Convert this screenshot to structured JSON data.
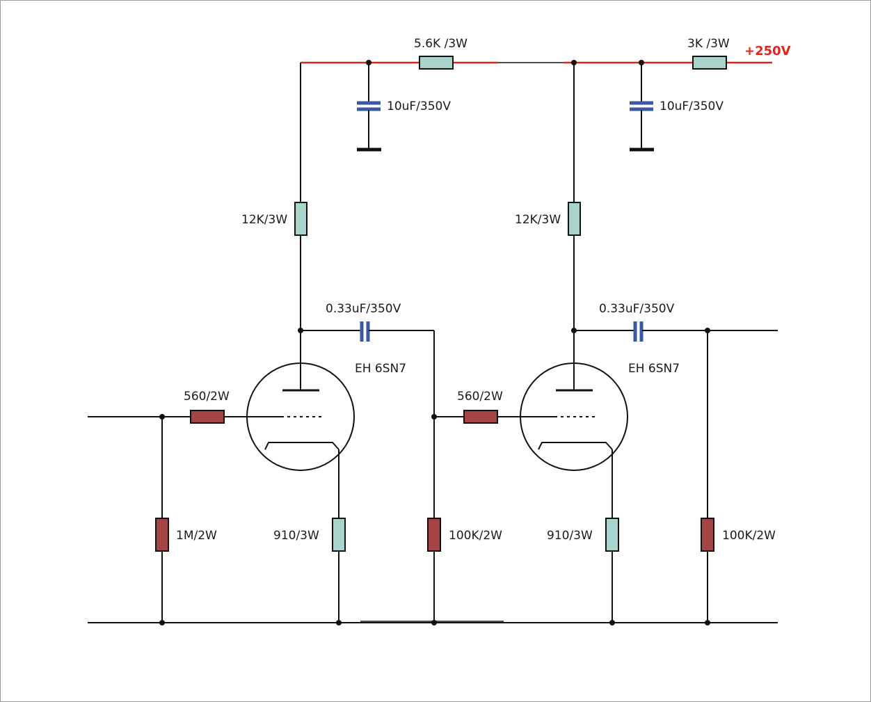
{
  "colors": {
    "wire": "#111111",
    "supply_rail": "#e0241f",
    "resistor_power": "#a8d4cc",
    "resistor_signal": "#a44444",
    "capacitor": "#3a5aa0"
  },
  "supply": {
    "label": "+250V"
  },
  "labels": {
    "r_rail_1": "5.6K /3W",
    "r_rail_2": "3K /3W",
    "c_filter_1": "10uF/350V",
    "c_filter_2": "10uF/350V",
    "r_plate_1": "12K/3W",
    "r_plate_2": "12K/3W",
    "c_couple_1": "0.33uF/350V",
    "c_couple_2": "0.33uF/350V",
    "tube_1": "EH 6SN7",
    "tube_2": "EH 6SN7",
    "r_grid_stop_1": "560/2W",
    "r_grid_stop_2": "560/2W",
    "r_grid_leak_1": "1M/2W",
    "r_cathode_1": "910/3W",
    "r_cathode_2": "910/3W",
    "r_load_1": "100K/2W",
    "r_load_2": "100K/2W"
  }
}
